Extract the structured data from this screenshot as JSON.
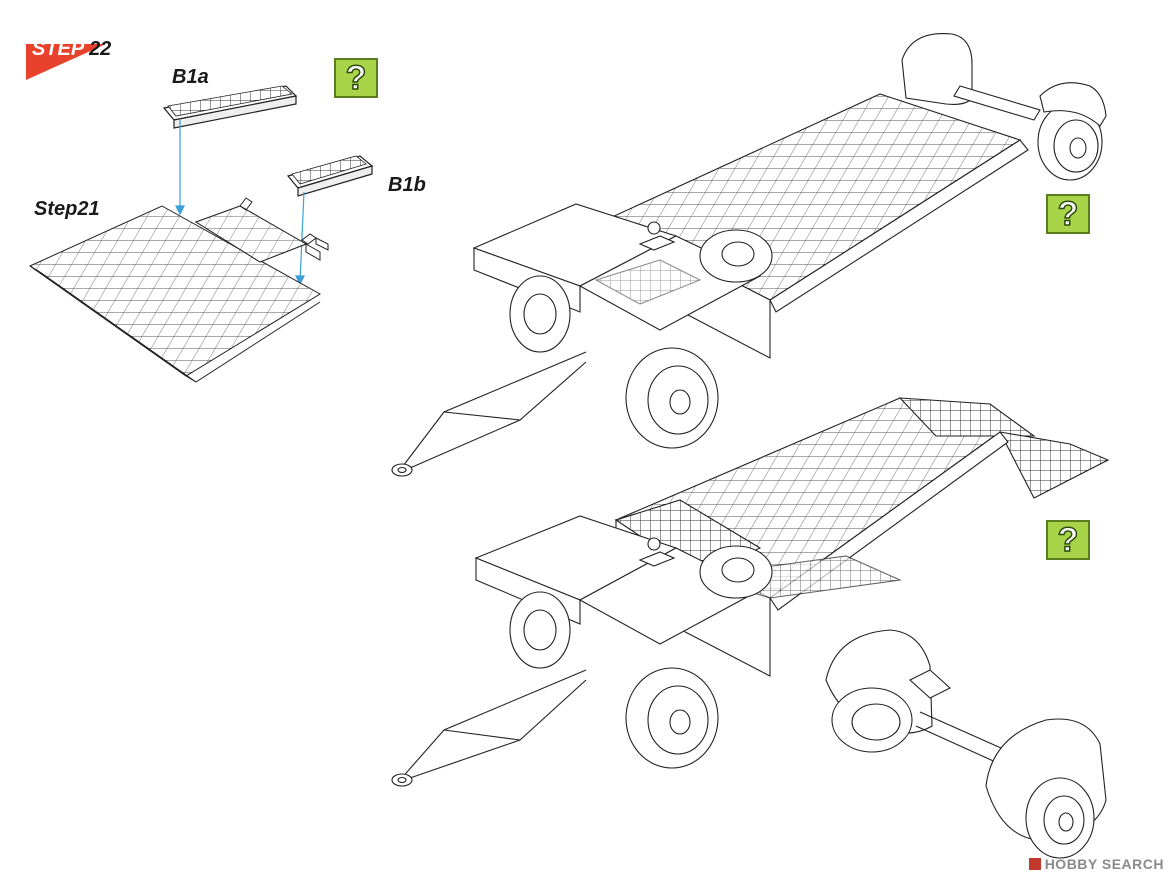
{
  "step": {
    "label_dark": "STEP",
    "label_number": "22",
    "banner_color": "#e8412c"
  },
  "labels": {
    "part_a": "B1a",
    "part_b": "B1b",
    "previous_step": "Step21"
  },
  "help_icon": {
    "glyph": "?",
    "fill": "#a8d44a",
    "border": "#5a7d1e"
  },
  "guide_line_color": "#3aa0d8",
  "watermark": {
    "text": "HOBBY SEARCH"
  }
}
